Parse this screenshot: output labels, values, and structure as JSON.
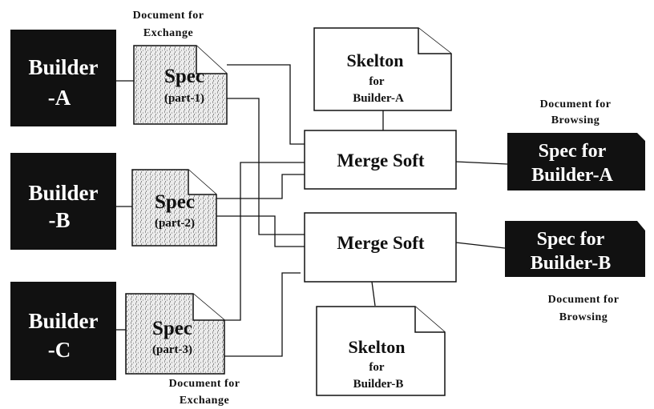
{
  "builders": [
    {
      "line1": "Builder",
      "line2": "-A"
    },
    {
      "line1": "Builder",
      "line2": "-B"
    },
    {
      "line1": "Builder",
      "line2": "-C"
    }
  ],
  "spec_parts": [
    {
      "title": "Spec",
      "part": "(part-1)"
    },
    {
      "title": "Spec",
      "part": "(part-2)"
    },
    {
      "title": "Spec",
      "part": "(part-3)"
    }
  ],
  "merge_nodes": [
    {
      "label": "Merge Soft"
    },
    {
      "label": "Merge Soft"
    }
  ],
  "skeletons": [
    {
      "title": "Skelton",
      "sub1": "for",
      "sub2": "Builder-A"
    },
    {
      "title": "Skelton",
      "sub1": "for",
      "sub2": "Builder-B"
    }
  ],
  "outputs": [
    {
      "line1": "Spec for",
      "line2": "Builder-A"
    },
    {
      "line1": "Spec for",
      "line2": "Builder-B"
    }
  ],
  "captions": {
    "exchange_top": {
      "line1": "Document for",
      "line2": "Exchange"
    },
    "exchange_bottom": {
      "line1": "Document for",
      "line2": "Exchange"
    },
    "browsing_top": {
      "line1": "Document for",
      "line2": "Browsing"
    },
    "browsing_bottom": {
      "line1": "Document for",
      "line2": "Browsing"
    }
  },
  "colors": {
    "builder_fill": "#111111",
    "doc_fill": "#e6e6e6",
    "line": "#111111"
  }
}
